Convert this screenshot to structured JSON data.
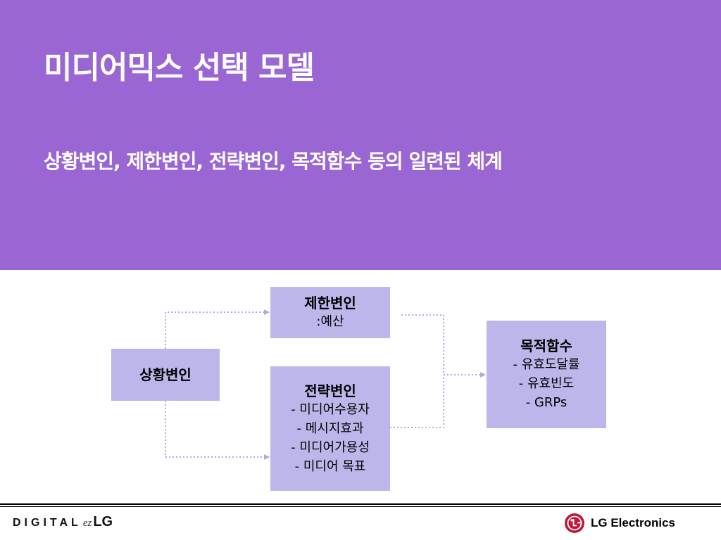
{
  "slide": {
    "title": "미디어믹스 선택 모델",
    "subtitle": "상황변인, 제한변인, 전략변인, 목적함수 등의 일련된 체계"
  },
  "diagram": {
    "situation": {
      "title": "상황변인"
    },
    "constraint": {
      "title": "제한변인",
      "items": [
        ":예산"
      ]
    },
    "strategy": {
      "title": "전략변인",
      "items": [
        "- 미디어수용자",
        "- 메시지효과",
        "- 미디어가용성",
        "- 미디어 목표"
      ]
    },
    "objective": {
      "title": "목적함수",
      "items": [
        "- 유효도달률",
        "- 유효빈도",
        "- GRPs"
      ]
    }
  },
  "footer": {
    "left_brand": "DIGITAL",
    "left_ez": "ez",
    "left_lg": "LG",
    "right_brand": "LG Electronics",
    "logo_icon": "lg-logo-icon"
  },
  "colors": {
    "header_bg": "#9966d3",
    "box_bg": "#bcb6ea",
    "connector": "#b0a8e6",
    "logo_red": "#c0163d"
  }
}
